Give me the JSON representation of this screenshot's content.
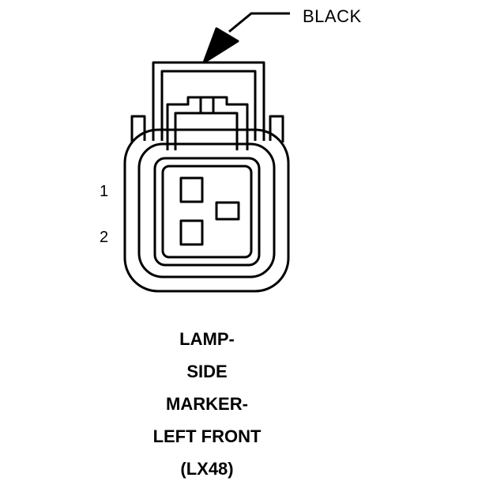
{
  "connector": {
    "color_label": "BLACK",
    "pins": [
      {
        "label": "1"
      },
      {
        "label": "2"
      }
    ],
    "caption_lines": [
      "LAMP-",
      "SIDE",
      "MARKER-",
      "LEFT FRONT",
      "(LX48)"
    ]
  },
  "colors": {
    "line": "#000000",
    "background": "#ffffff"
  }
}
